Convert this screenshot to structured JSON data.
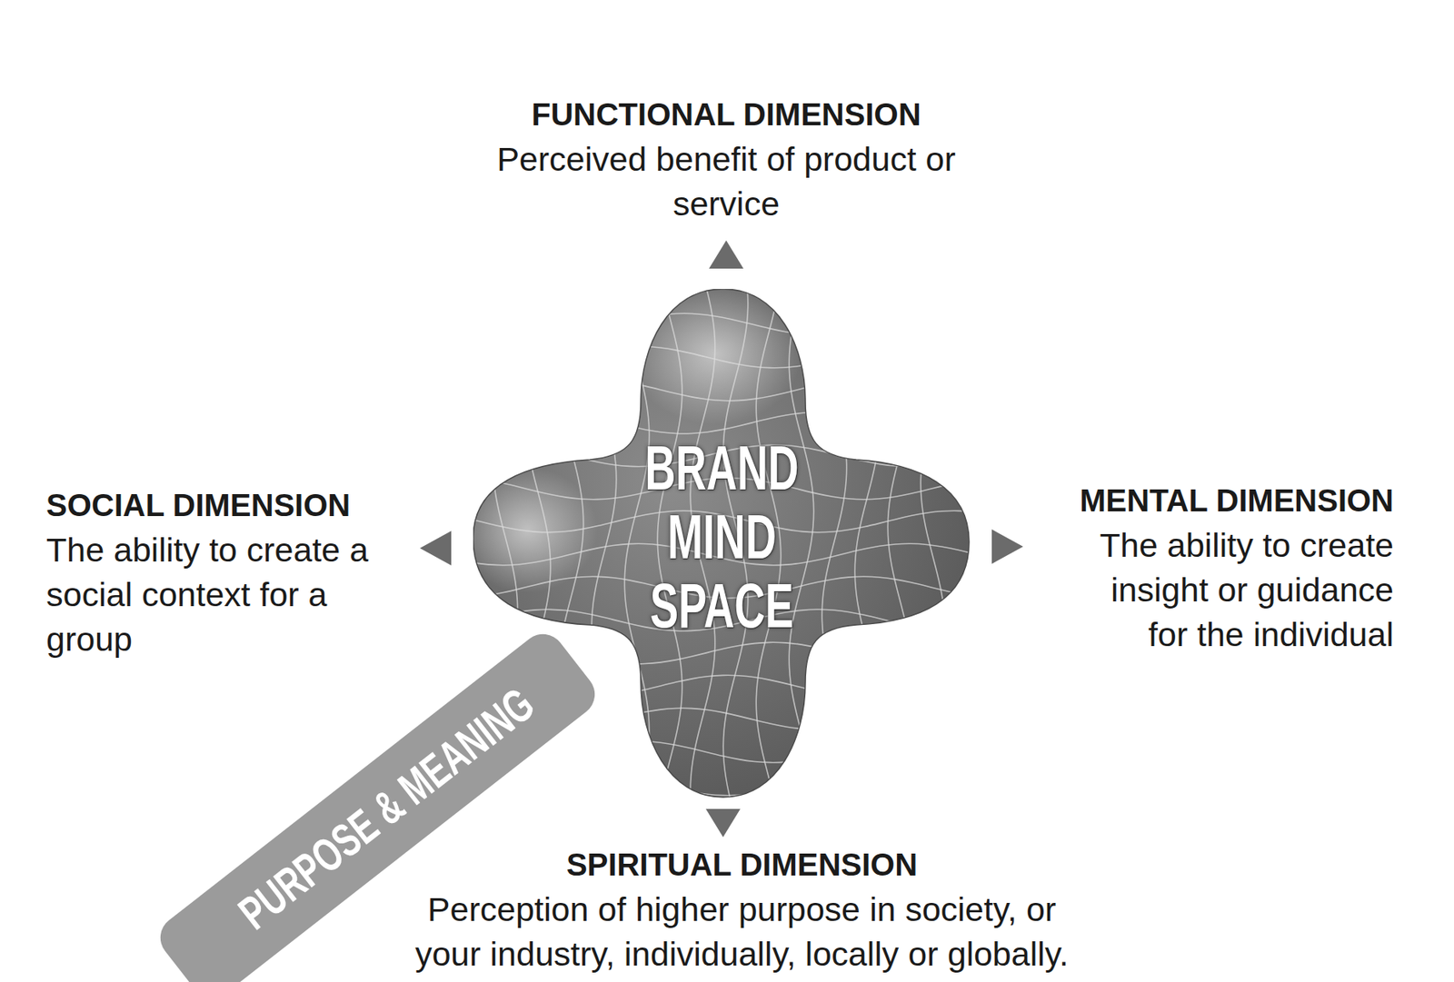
{
  "diagram": {
    "nodes": [
      {
        "text": [
          "BRAND MIND SPACE"
        ]
      },
      {
        "text": [
          "PURPOSE & MEANING"
        ]
      }
    ],
    "labels": [
      "FUNCTIONAL DIMENSION",
      "Perceived benefit of product or service",
      "SOCIAL DIMENSION",
      "The ability to create a social context for a group",
      "MENTAL DIMENSION",
      "The ability to create insight or guidance for the individual",
      "SPIRITUAL DIMENSION",
      "Perception of higher purpose in society, or your industry, individually, locally or globally."
    ]
  }
}
